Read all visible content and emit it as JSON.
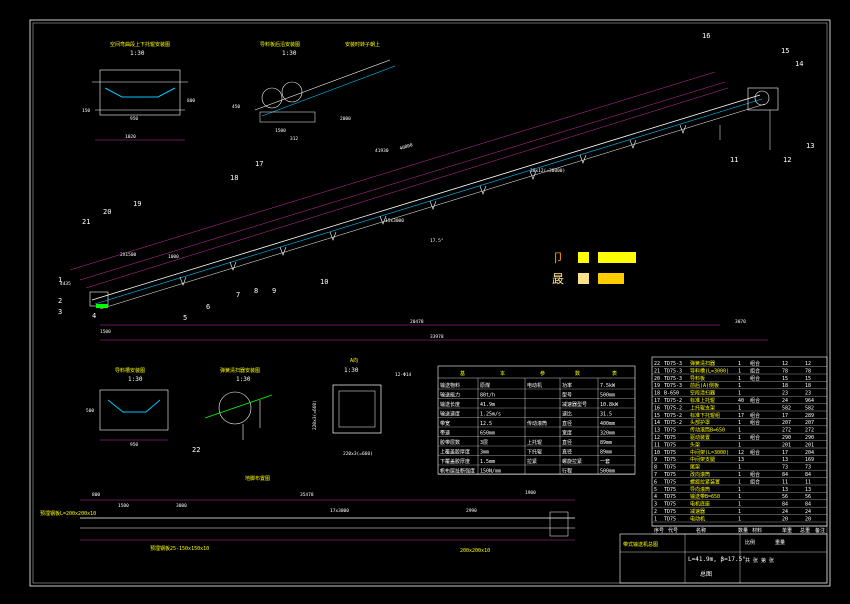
{
  "colors": {
    "background": "#000000",
    "frame": "#ffffff",
    "belt": "#00c8ff",
    "dimension": "#ff3bd0",
    "support": "#ff3030",
    "roller": "#ffffff",
    "text_yellow": "#ffff00",
    "text_cyan": "#00ffff",
    "legend_box1": "#ffff00",
    "legend_box2": "#ffcc00",
    "guard": "#00ff00"
  },
  "views": {
    "top_left_1": {
      "title": "空间弯曲段上下托辊安装图",
      "scale": "1:30",
      "dims": [
        "1020",
        "950",
        "800",
        "150"
      ]
    },
    "top_left_2": {
      "title": "导料板后沿安装图",
      "scale": "1:30",
      "dims": [
        "1500",
        "312",
        "450",
        "2000"
      ]
    },
    "top_left_3_note": "安装时转子朝上",
    "bottom_1": {
      "title": "导料槽安装图",
      "scale": "1:30",
      "dims": [
        "950",
        "500"
      ]
    },
    "bottom_2": {
      "title": "弹簧清扫器安装图",
      "scale": "1:30"
    },
    "bottom_3": {
      "title": "A向",
      "scale": "1:30",
      "dims": [
        "220x3(=660)",
        "220x3(=660)",
        "12-Φ14"
      ]
    },
    "bottom_plan": {
      "title": "地脚布置图",
      "dims": [
        "35478",
        "1500",
        "3000",
        "17x3000",
        "2990",
        "1900",
        "800"
      ],
      "notes": [
        "预埋钢板L=200x200x10",
        "预埋钢板25-150x150x10",
        "200x200x10"
      ]
    }
  },
  "main_dims": {
    "d1": "41930",
    "d2": "40800",
    "d3": "30x12(=36000)",
    "d4": "15x3000",
    "angle": "17.5°",
    "base1": "20478",
    "base2": "3070",
    "base3": "33978",
    "left": [
      "4435",
      "1500",
      "2X1500",
      "1000"
    ]
  },
  "balloons": [
    "1",
    "2",
    "3",
    "4",
    "5",
    "6",
    "7",
    "8",
    "9",
    "10",
    "11",
    "12",
    "13",
    "14",
    "15",
    "16",
    "17",
    "18",
    "19",
    "20",
    "21",
    "22"
  ],
  "spec_table": {
    "header": [
      "基",
      "本",
      "参",
      "数",
      "表"
    ],
    "rows": [
      [
        "输送物料",
        "原煤",
        "电动机",
        "功率",
        "7.5kW"
      ],
      [
        "输送能力",
        "80t/h",
        "",
        "型号",
        "500mm"
      ],
      [
        "输送长度",
        "41.9m",
        "",
        "减速器型号",
        "10.8kW"
      ],
      [
        "输送速度",
        "1.25m/s",
        "",
        "速比",
        "31.5"
      ],
      [
        "带宽",
        "12.5",
        "传动滚筒",
        "直径",
        "400mm"
      ],
      [
        "带速",
        "650mm",
        "",
        "宽度",
        "320mm"
      ],
      [
        "胶带层数",
        "3层",
        "上托辊",
        "直径",
        "89mm"
      ],
      [
        "上覆盖胶厚度",
        "3mm",
        "下托辊",
        "直径",
        "89mm"
      ],
      [
        "下覆盖胶厚度",
        "1.5mm",
        "拉紧",
        "螺旋拉紧",
        "一套"
      ],
      [
        "帆布层扯断强度",
        "150N/mm",
        "",
        "行程",
        "500mm"
      ]
    ]
  },
  "legend": {
    "glyph1": "卩",
    "glyph2": "晸"
  },
  "parts_table": {
    "rows": [
      [
        "22",
        "TD75-3",
        "弹簧清扫器",
        "1",
        "组合",
        "12",
        "12"
      ],
      [
        "21",
        "TD75-3",
        "导料槽(L=3000)",
        "1",
        "组合",
        "78",
        "78"
      ],
      [
        "20",
        "TD75-3",
        "导料板",
        "1",
        "组合",
        "15",
        "15"
      ],
      [
        "19",
        "TD75-3",
        "前后(A)侧板",
        "1",
        "",
        "18",
        "18"
      ],
      [
        "18",
        "B-650",
        "空段清扫器",
        "1",
        "",
        "23",
        "23"
      ],
      [
        "17",
        "TD75-2",
        "标准上托辊",
        "40",
        "组合",
        "24",
        "964"
      ],
      [
        "16",
        "TD75-2",
        "上托辊支架",
        "1",
        "",
        "582",
        "582"
      ],
      [
        "15",
        "TD75-2",
        "标准下托辊组",
        "17",
        "组合",
        "17",
        "289"
      ],
      [
        "14",
        "TD75-2",
        "头部护罩",
        "1",
        "组合",
        "207",
        "207"
      ],
      [
        "13",
        "TD75",
        "传动滚筒B=650",
        "1",
        "",
        "272",
        "272"
      ],
      [
        "12",
        "TD75",
        "驱动装置",
        "1",
        "组合",
        "290",
        "290"
      ],
      [
        "11",
        "TD75",
        "头架",
        "1",
        "",
        "201",
        "201"
      ],
      [
        "10",
        "TD75",
        "中间架(L=3000)",
        "12",
        "组合",
        "17",
        "204"
      ],
      [
        "9",
        "TD75",
        "中间架支腿",
        "13",
        "",
        "13",
        "169"
      ],
      [
        "8",
        "TD75",
        "尾架",
        "1",
        "",
        "73",
        "73"
      ],
      [
        "7",
        "TD75",
        "改向滚筒",
        "1",
        "组合",
        "84",
        "84"
      ],
      [
        "6",
        "TD75",
        "螺旋拉紧装置",
        "1",
        "组合",
        "11",
        "11"
      ],
      [
        "5",
        "TD75",
        "导向滚筒",
        "1",
        "",
        "13",
        "13"
      ],
      [
        "4",
        "TD75",
        "输送带B=650",
        "1",
        "",
        "56",
        "56"
      ],
      [
        "3",
        "TD75",
        "电机底座",
        "1",
        "",
        "84",
        "84"
      ],
      [
        "2",
        "TD75",
        "减速器",
        "1",
        "",
        "24",
        "24"
      ],
      [
        "1",
        "TD75",
        "电动机",
        "1",
        "",
        "20",
        "20"
      ]
    ],
    "header": [
      "序号",
      "代号",
      "名称",
      "数量",
      "材料",
      "单重",
      "总重",
      "备注"
    ]
  },
  "title_block": {
    "spec": "L=41.9m, β=17.5°",
    "drawing": "总图",
    "company": "带式输送机总图",
    "scale_label": "比例",
    "weight_label": "重量",
    "sheet_label": "共 张 第 张"
  }
}
